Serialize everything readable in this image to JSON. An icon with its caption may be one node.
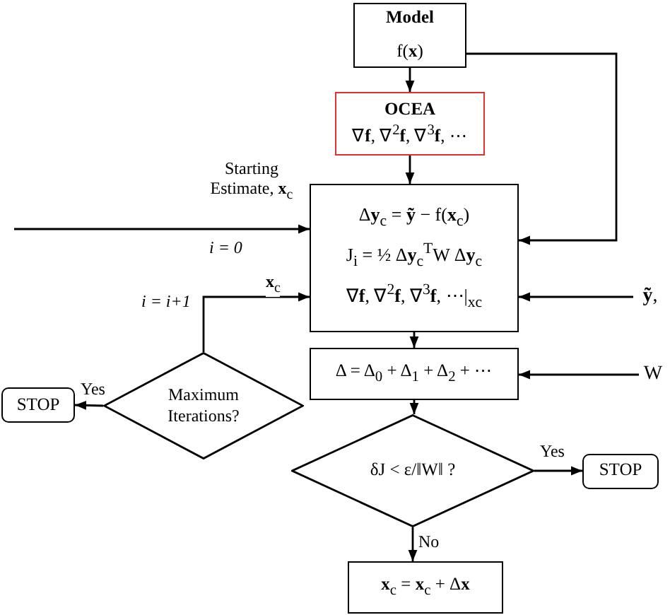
{
  "diagram": {
    "nodes": [
      {
        "text": [
          "Model",
          "f(**x**)"
        ]
      },
      {
        "text": [
          "OCEA",
          "∇**f**, ∇$^{2}$**f**, ∇$^{3}$**f**, ⋯"
        ]
      },
      {
        "text": [
          "Δ**y**$_{c}$ = **ỹ** − f(**x**$_{c}$)",
          "J$_{i}$ = ½ Δ**y**$_{c}$$^{T}$W Δ**y**$_{c}$",
          "∇**f**, ∇$^{2}$**f**, ∇$^{3}$**f**, ⋯|$_{xc}$"
        ]
      },
      {
        "text": [
          "Δ = Δ$_{0}$ + Δ$_{1}$ + Δ$_{2}$ + ⋯"
        ]
      },
      {
        "text": [
          "δJ < ε/‖W‖ ?"
        ]
      },
      {
        "text": [
          "STOP"
        ]
      },
      {
        "text": [
          "**x**$_{c}$ = **x**$_{c}$ + Δ**x**"
        ]
      },
      {
        "text": [
          "Maximum Iterations?"
        ]
      },
      {
        "text": [
          "STOP"
        ]
      },
      {
        "text": [
          "**ỹ**,"
        ]
      },
      {
        "text": [
          "W"
        ]
      }
    ],
    "edges": [
      {
        "from": 0,
        "to": 1,
        "arrow": "to"
      },
      {
        "from": 1,
        "to": 2,
        "arrow": "to"
      },
      {
        "from": 0,
        "to": 2,
        "arrow": "to"
      },
      {
        "from": null,
        "to": 2,
        "arrow": "to",
        "label": "Starting Estimate, **x**$_{c}$"
      },
      {
        "from": 9,
        "to": 2,
        "arrow": "to"
      },
      {
        "from": 2,
        "to": 3,
        "arrow": "to"
      },
      {
        "from": 10,
        "to": 3,
        "arrow": "to"
      },
      {
        "from": 3,
        "to": 4,
        "arrow": "to"
      },
      {
        "from": 4,
        "to": 5,
        "arrow": "to",
        "label": "Yes"
      },
      {
        "from": 4,
        "to": 6,
        "arrow": "to",
        "label": "No"
      },
      {
        "from": 7,
        "to": 2,
        "arrow": "to",
        "label": "**x**$_{c}$"
      },
      {
        "from": 7,
        "to": 8,
        "arrow": "to",
        "label": "Yes"
      }
    ],
    "labels": [
      "i = 0",
      "i = i+1"
    ]
  }
}
